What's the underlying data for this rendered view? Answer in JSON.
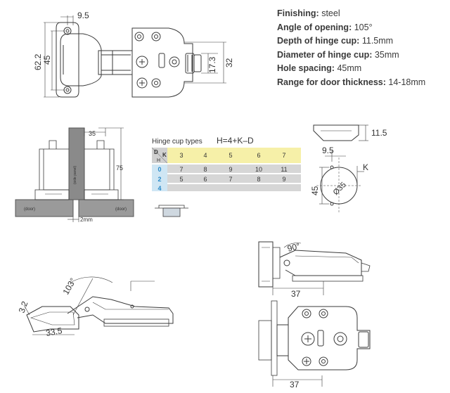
{
  "specs": [
    {
      "key": "Finishing:",
      "value": "steel"
    },
    {
      "key": "Angle of opening:",
      "value": "105°"
    },
    {
      "key": "Depth of hinge cup:",
      "value": "11.5mm"
    },
    {
      "key": "Diameter of hinge cup:",
      "value": "35mm"
    },
    {
      "key": "Hole spacing:",
      "value": "45mm"
    },
    {
      "key": "Range for door thickness:",
      "value": "14-18mm"
    }
  ],
  "top_view": {
    "dim_top": "9.5",
    "dim_outer": "62.2",
    "dim_inner": "45",
    "dim_right_small": "17.3",
    "dim_right": "32"
  },
  "section_view": {
    "dim_top": "35",
    "dim_height": "75",
    "dim_bottom": "2mm",
    "label_door_left": "(door)",
    "label_door_right": "(door)",
    "label_cabinet": "(side panel)"
  },
  "cup_table": {
    "title": "Hinge cup types",
    "formula": "H=4+K–D",
    "corner_d": "D",
    "corner_k": "K",
    "corner_h": "H",
    "k_values": [
      "3",
      "4",
      "5",
      "6",
      "7"
    ],
    "rows": [
      {
        "d": "0",
        "values": [
          "7",
          "8",
          "9",
          "10",
          "11"
        ]
      },
      {
        "d": "2",
        "values": [
          "5",
          "6",
          "7",
          "8",
          "9"
        ]
      },
      {
        "d": "4",
        "values": [
          "",
          "",
          "",
          "",
          ""
        ]
      }
    ]
  },
  "cup_detail": {
    "dim_depth": "11.5",
    "dim_spacing": "9.5",
    "dim_k": "K",
    "dim_hole": "45",
    "dim_dia": "Ø35"
  },
  "open_view": {
    "angle": "103°",
    "dim_left": "3.2",
    "dim_bottom": "33.5"
  },
  "right_views": {
    "angle": "90°",
    "dim_top": "37",
    "dim_bottom": "37"
  },
  "colors": {
    "line": "#3a3a3a",
    "table_header": "#f6f0a8",
    "table_rows": "#d6d6d6",
    "table_d": "#cfe6f4",
    "table_d_text": "#2a8ac8",
    "wall": "#8a8a8a",
    "dim": "#555555"
  }
}
